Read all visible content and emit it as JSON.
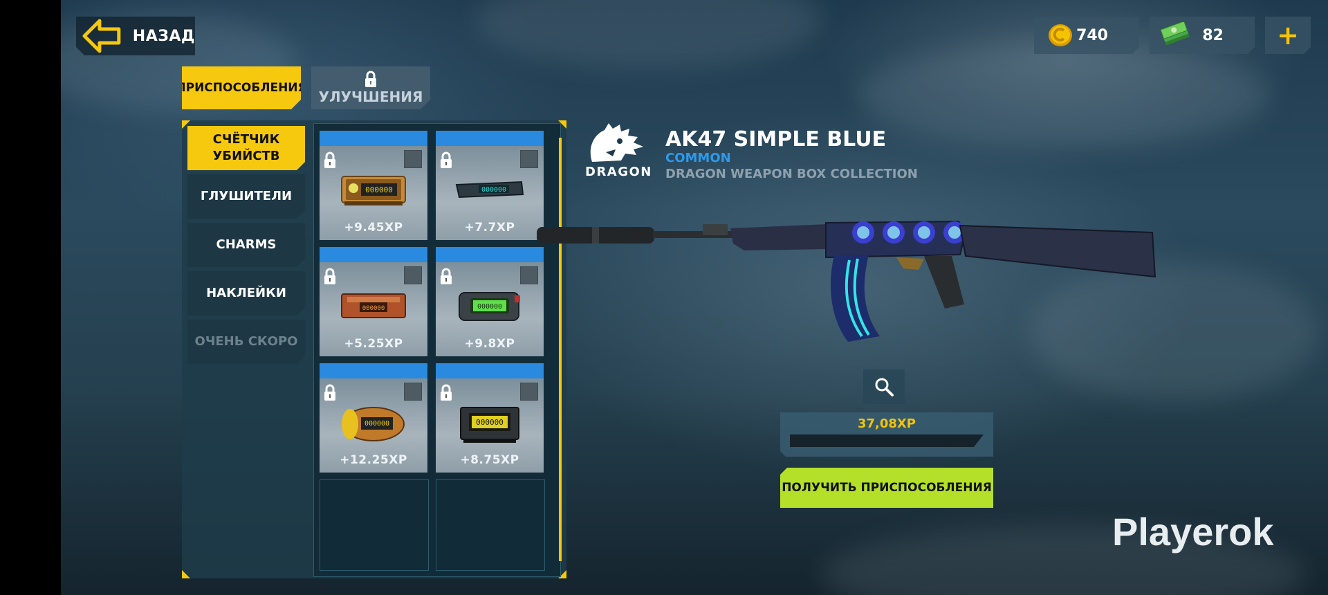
{
  "header": {
    "back_label": "НАЗАД",
    "coins": "740",
    "cash": "82",
    "plus_symbol": "+"
  },
  "tabs": [
    {
      "label": "ПРИСПОСОБЛЕНИЯ",
      "active": true,
      "locked": false
    },
    {
      "label": "УЛУЧШЕНИЯ",
      "active": false,
      "locked": true
    }
  ],
  "categories": [
    {
      "label": "СЧЁТЧИК УБИЙСТВ",
      "active": true,
      "disabled": false
    },
    {
      "label": "ГЛУШИТЕЛИ",
      "active": false,
      "disabled": false
    },
    {
      "label": "CHARMS",
      "active": false,
      "disabled": false
    },
    {
      "label": "НАКЛЕЙКИ",
      "active": false,
      "disabled": false
    },
    {
      "label": "ОЧЕНЬ СКОРО",
      "active": false,
      "disabled": true
    }
  ],
  "items": [
    {
      "xp": "+9.45XP",
      "icon": "kill-counter-skull-icon",
      "locked": true
    },
    {
      "xp": "+7.7XP",
      "icon": "kill-counter-slim-icon",
      "locked": true
    },
    {
      "xp": "+5.25XP",
      "icon": "kill-counter-copper-icon",
      "locked": true
    },
    {
      "xp": "+9.8XP",
      "icon": "kill-counter-green-icon",
      "locked": true
    },
    {
      "xp": "+12.25XP",
      "icon": "kill-counter-cylinder-icon",
      "locked": true
    },
    {
      "xp": "+8.75XP",
      "icon": "kill-counter-black-icon",
      "locked": true
    }
  ],
  "weapon": {
    "logo_text": "DRAGON",
    "name": "AK47 SIMPLE BLUE",
    "rarity": "COMMON",
    "collection": "DRAGON WEAPON BOX COLLECTION",
    "rarity_color": "#2f9ae8"
  },
  "xp": {
    "value": "37,08XP",
    "progress": 0
  },
  "actions": {
    "get_label": "ПОЛУЧИТЬ ПРИСПОСОБЛЕНИЯ"
  },
  "watermark": "Playerok",
  "colors": {
    "accent_yellow": "#f6c80e",
    "button_green": "#b4e02a",
    "item_band_blue": "#2a8ae0"
  }
}
